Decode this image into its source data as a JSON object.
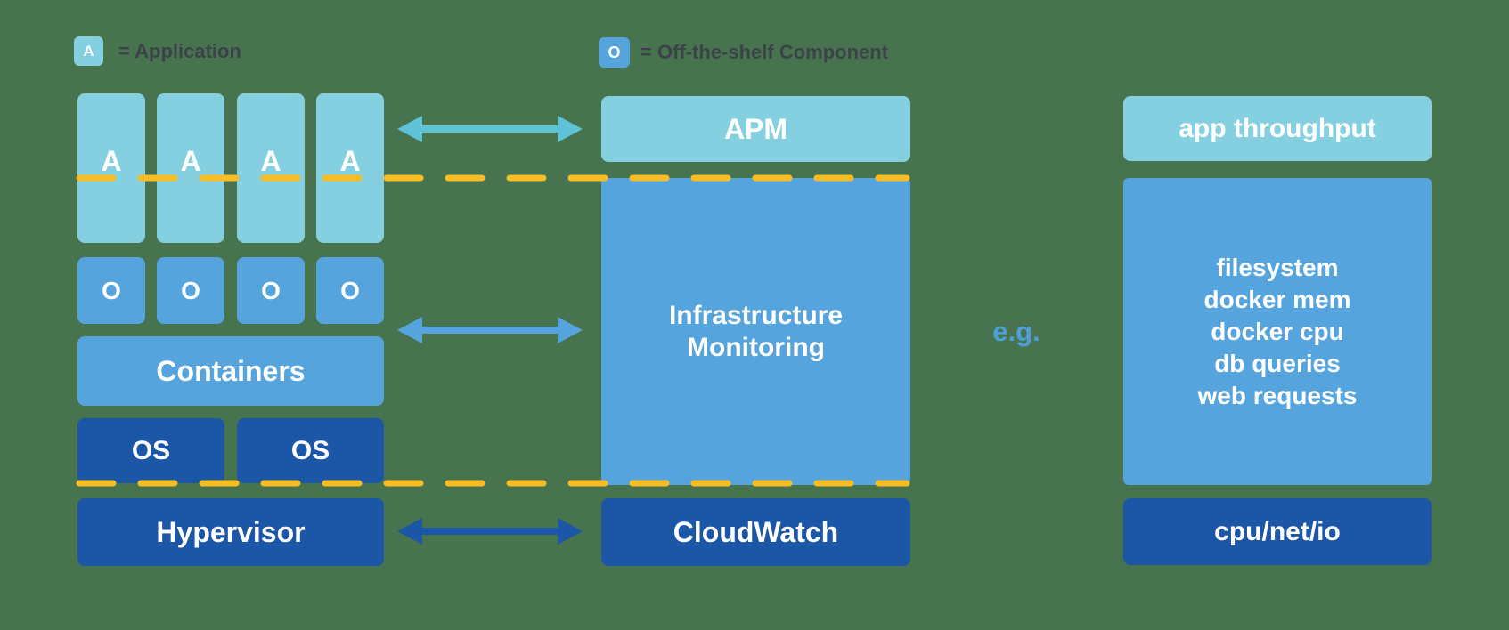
{
  "palette": {
    "background_green": "#48734f",
    "light_blue": "#85d0e0",
    "medium_blue": "#55a4dd",
    "dark_blue": "#1b56a7",
    "dashed_line_yellow": "#f7bd22",
    "teal_arrow": "#5fc3d7",
    "legend_text": "#3b4349",
    "example_text_blue": "#4d9fd6",
    "box_text": "#ffffff"
  },
  "legend": {
    "application": {
      "symbol": "A",
      "label": "= Application"
    },
    "off_the_shelf": {
      "symbol": "O",
      "label": "= Off-the-shelf Component"
    }
  },
  "left_stack": {
    "app_columns": [
      "A",
      "A",
      "A",
      "A"
    ],
    "component_boxes": [
      "O",
      "O",
      "O",
      "O"
    ],
    "containers": "Containers",
    "os": [
      "OS",
      "OS"
    ],
    "hypervisor": "Hypervisor"
  },
  "middle_stack": {
    "apm": "APM",
    "infrastructure_monitoring": "Infrastructure\nMonitoring",
    "cloudwatch": "CloudWatch"
  },
  "right_stack": {
    "app_throughput": "app throughput",
    "infra_metric_examples": [
      "filesystem",
      "docker mem",
      "docker cpu",
      "db queries",
      "web requests"
    ],
    "cpu_net_io": "cpu/net/io"
  },
  "example_label": "e.g."
}
